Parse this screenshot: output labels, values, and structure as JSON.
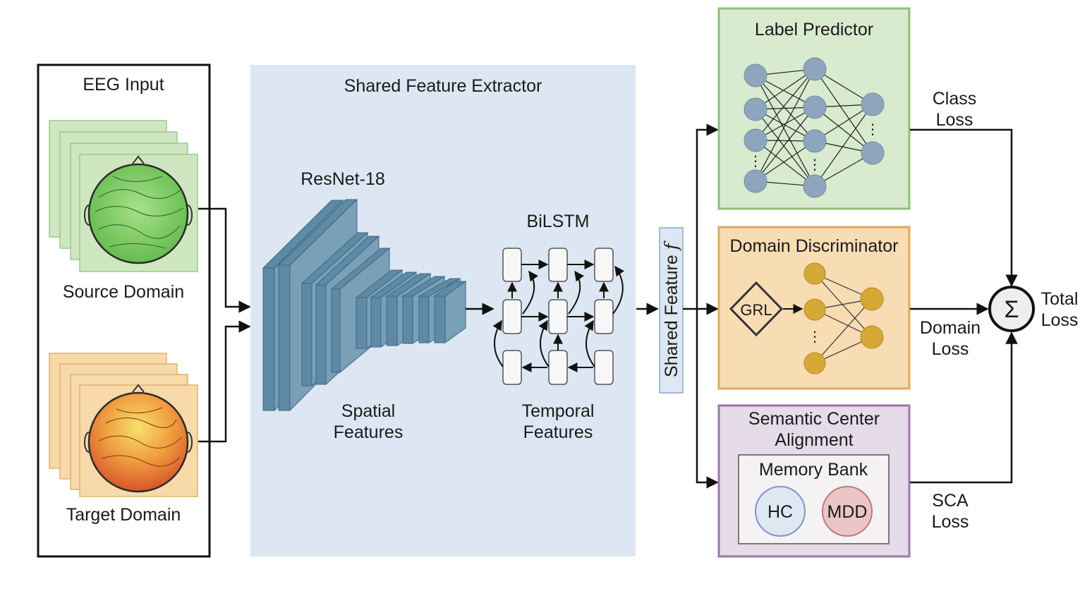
{
  "input": {
    "title": "EEG Input",
    "source_label": "Source Domain",
    "target_label": "Target Domain"
  },
  "extractor": {
    "title": "Shared Feature Extractor",
    "resnet_label": "ResNet-18",
    "bilstm_label": "BiLSTM",
    "spatial_line1": "Spatial",
    "spatial_line2": "Features",
    "temporal_line1": "Temporal",
    "temporal_line2": "Features"
  },
  "shared_feature": {
    "label": "Shared Feature",
    "symbol": "f"
  },
  "label_predictor": {
    "title": "Label Predictor",
    "ellipsis": "⋮"
  },
  "domain_discriminator": {
    "title": "Domain Discriminator",
    "grl": "GRL",
    "ellipsis": "⋮"
  },
  "sca": {
    "title_line1": "Semantic Center",
    "title_line2": "Alignment",
    "memory_bank": "Memory Bank",
    "hc": "HC",
    "mdd": "MDD"
  },
  "losses": {
    "class_line1": "Class",
    "class_line2": "Loss",
    "domain_line1": "Domain",
    "domain_line2": "Loss",
    "sca_line1": "SCA",
    "sca_line2": "Loss",
    "sum_symbol": "Σ",
    "total_line1": "Total",
    "total_line2": "Loss"
  },
  "colors": {
    "extractor_bg": "#dde7f3",
    "layer": "#5f8aa6",
    "lp_fill": "#d9ebcf",
    "lp_stroke": "#8fbf7a",
    "dd_fill": "#f8dcb4",
    "dd_stroke": "#e0a95a",
    "sca_fill": "#e6dbe9",
    "sca_stroke": "#9a78a8",
    "node_blue": "#8ea6bd",
    "node_gold": "#d6a836",
    "source": "#cfe7c0",
    "target": "#f8d9aa"
  }
}
